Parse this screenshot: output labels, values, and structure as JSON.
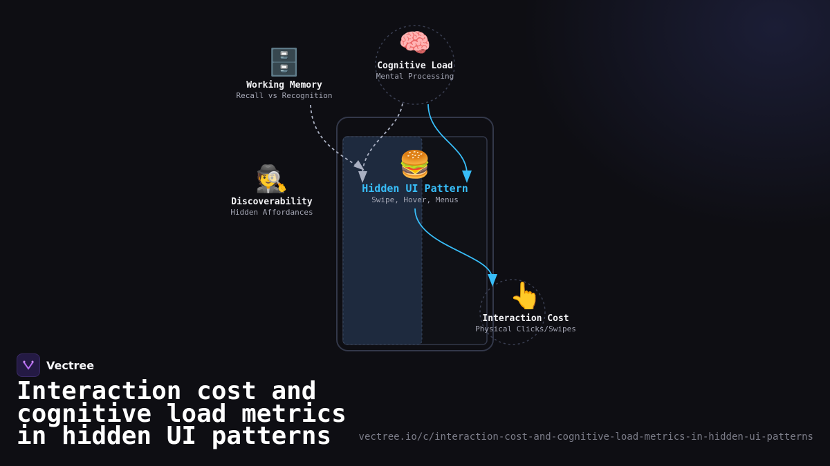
{
  "nodes": {
    "working_memory": {
      "icon": "filing-cabinet-icon",
      "glyph": "🗄️",
      "title": "Working Memory",
      "subtitle": "Recall vs Recognition"
    },
    "cognitive_load": {
      "icon": "brain-icon",
      "glyph": "🧠",
      "title": "Cognitive Load",
      "subtitle": "Mental Processing"
    },
    "discoverability": {
      "icon": "detective-icon",
      "glyph": "🕵️",
      "title": "Discoverability",
      "subtitle": "Hidden Affordances"
    },
    "hidden_ui": {
      "icon": "hamburger-icon",
      "glyph": "🍔",
      "title": "Hidden UI Pattern",
      "subtitle": "Swipe, Hover, Menus"
    },
    "interaction_cost": {
      "icon": "pointing-finger-icon",
      "glyph": "👆",
      "title": "Interaction Cost",
      "subtitle": "Physical Clicks/Swipes"
    }
  },
  "colors": {
    "accent": "#38bdf8",
    "dashed": "#aab0c2",
    "background": "#0e0e13"
  },
  "brand": {
    "name": "Vectree",
    "icon": "vectree-logo-icon"
  },
  "headline": "Interaction cost and cognitive load metrics in hidden UI patterns",
  "url": "vectree.io/c/interaction-cost-and-cognitive-load-metrics-in-hidden-ui-patterns"
}
